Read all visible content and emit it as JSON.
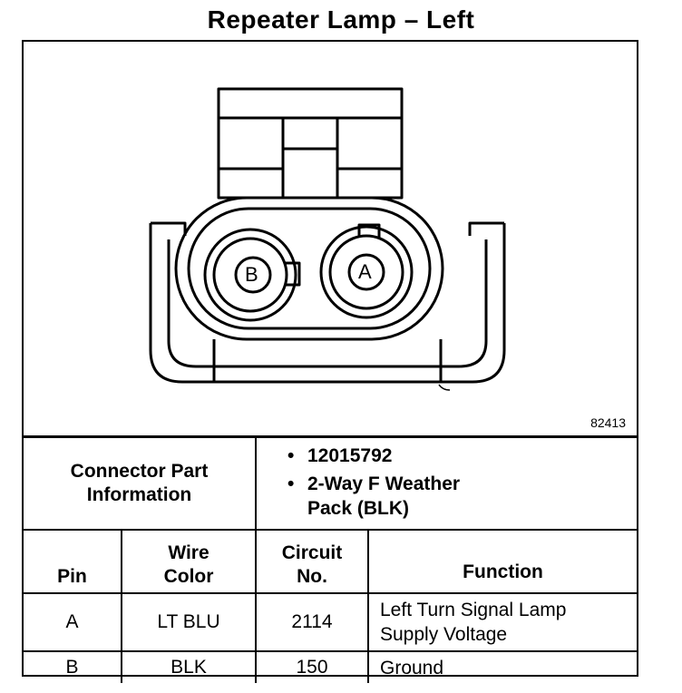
{
  "title": "Repeater Lamp – Left",
  "figure_number": "82413",
  "connector": {
    "pins": [
      "B",
      "A"
    ]
  },
  "part_info": {
    "label_line1": "Connector Part",
    "label_line2": "Information",
    "items": [
      "12015792",
      "2-Way F Weather",
      "Pack (BLK)"
    ]
  },
  "table": {
    "headers": {
      "pin": "Pin",
      "wire_line1": "Wire",
      "wire_line2": "Color",
      "circuit_line1": "Circuit",
      "circuit_line2": "No.",
      "function": "Function"
    },
    "rows": [
      {
        "pin": "A",
        "wire_color": "LT BLU",
        "circuit": "2114",
        "function_line1": "Left Turn Signal Lamp",
        "function_line2": "Supply Voltage"
      },
      {
        "pin": "B",
        "wire_color": "BLK",
        "circuit": "150",
        "function_line1": "Ground",
        "function_line2": ""
      }
    ]
  }
}
